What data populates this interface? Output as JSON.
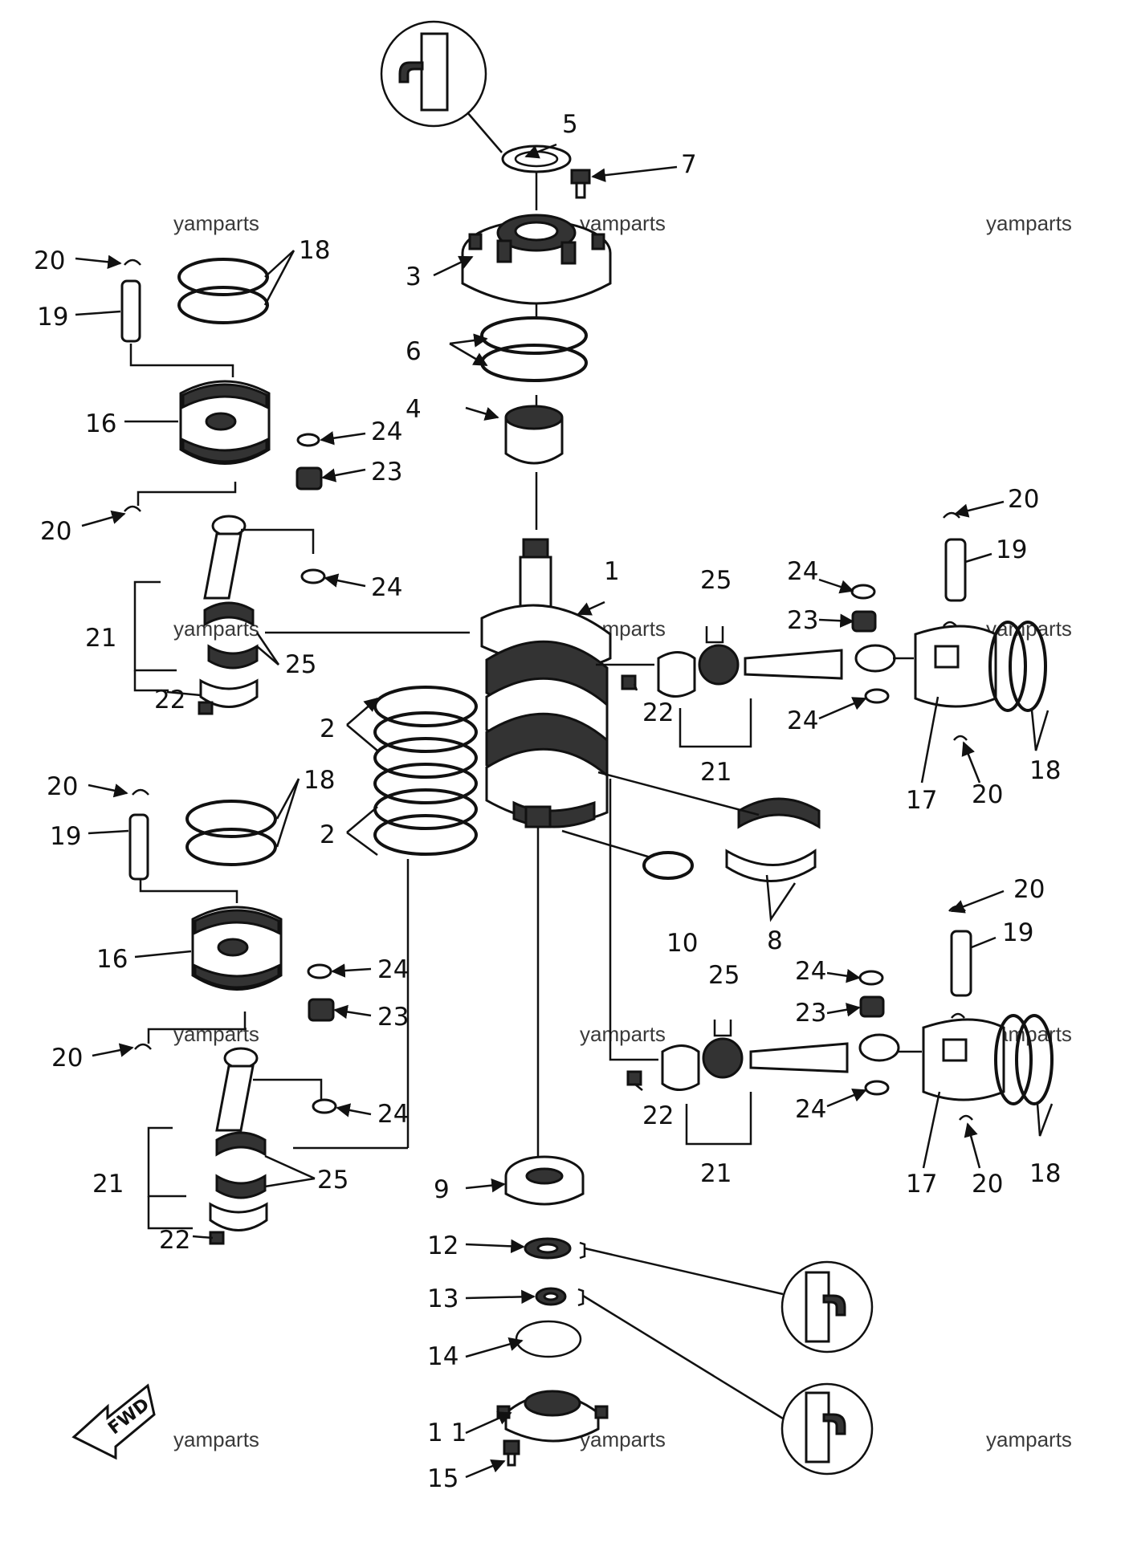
{
  "watermark_text": "yamparts",
  "fwd_label": "FWD",
  "callouts": {
    "c1": "1",
    "c2a": "2",
    "c2b": "2",
    "c3": "3",
    "c4": "4",
    "c5": "5",
    "c6": "6",
    "c7": "7",
    "c8": "8",
    "c9": "9",
    "c10": "10",
    "c11": "1 1",
    "c12": "12",
    "c13": "13",
    "c14": "14",
    "c15": "15",
    "c16a": "16",
    "c16b": "16",
    "c17a": "17",
    "c17b": "17",
    "c18a": "18",
    "c18b": "18",
    "c18c": "18",
    "c18d": "18",
    "c19a": "19",
    "c19b": "19",
    "c19c": "19",
    "c19d": "19",
    "c20a": "20",
    "c20b": "20",
    "c20c": "20",
    "c20d": "20",
    "c20e": "20",
    "c20f": "20",
    "c20g": "20",
    "c20h": "20",
    "c21a": "21",
    "c21b": "21",
    "c21c": "21",
    "c21d": "21",
    "c22a": "22",
    "c22b": "22",
    "c22c": "22",
    "c22d": "22",
    "c23a": "23",
    "c23b": "23",
    "c23c": "23",
    "c23d": "23",
    "c24a": "24",
    "c24b": "24",
    "c24c": "24",
    "c24d": "24",
    "c24e": "24",
    "c24f": "24",
    "c24g": "24",
    "c24h": "24",
    "c25a": "25",
    "c25b": "25",
    "c25c": "25",
    "c25d": "25"
  }
}
